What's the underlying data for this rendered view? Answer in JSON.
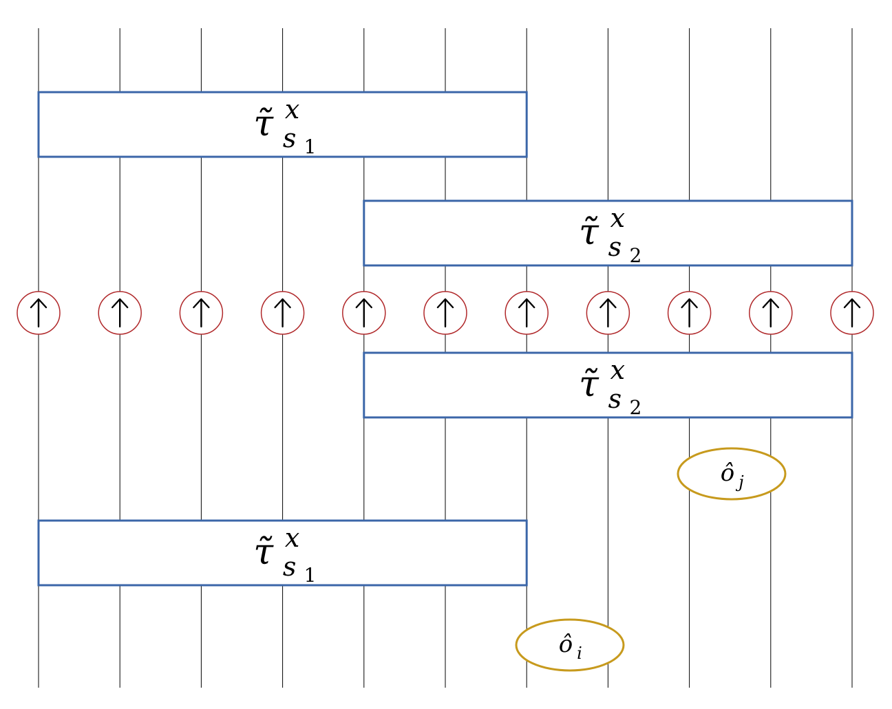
{
  "colors": {
    "box_border": "#3b66a8",
    "spin_circle": "#b0282a",
    "observable_border": "#c79a1d",
    "wire": "#000000"
  },
  "icon": "up-arrow-icon",
  "wires": 11,
  "spin_row_count": 11,
  "gates": [
    {
      "label": "τ̃",
      "sup": "x",
      "sub_letter": "s",
      "sub_index": "1",
      "from_wire": 1,
      "to_wire": 7
    },
    {
      "label": "τ̃",
      "sup": "x",
      "sub_letter": "s",
      "sub_index": "2",
      "from_wire": 5,
      "to_wire": 11
    },
    {
      "label": "τ̃",
      "sup": "x",
      "sub_letter": "s",
      "sub_index": "2",
      "from_wire": 5,
      "to_wire": 11
    },
    {
      "label": "τ̃",
      "sup": "x",
      "sub_letter": "s",
      "sub_index": "1",
      "from_wire": 1,
      "to_wire": 7
    }
  ],
  "observables": [
    {
      "label": "ô",
      "sub": "j",
      "wires": [
        9,
        10
      ]
    },
    {
      "label": "ô",
      "sub": "i",
      "wires": [
        7
      ]
    }
  ]
}
